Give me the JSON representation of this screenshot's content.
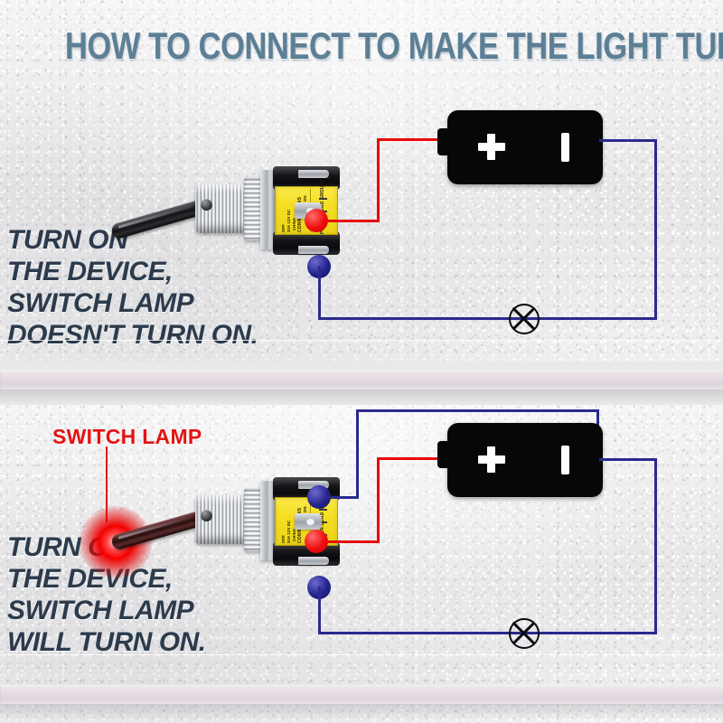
{
  "header": {
    "title": "HOW TO CONNECT TO MAKE THE LIGHT TURN ON",
    "title_color": "#5d7f95"
  },
  "colors": {
    "positive_wire": "#e80b0b",
    "negative_wire": "#2a2a8e",
    "label_plate": "#f5de22",
    "callout_red": "#e51212",
    "caption_text": "#2c3b4c",
    "battery_body": "#070708"
  },
  "switch_label": {
    "on": "ON",
    "off": "OFF",
    "rating": "30A  12V DC",
    "origin": "CHINA",
    "connections": "CONNECTIONS",
    "terminals": "POWER LOAD GROUND"
  },
  "battery": {
    "positive_symbol": "+",
    "negative_symbol": "|",
    "positive_name": "positive-terminal",
    "negative_name": "negative-terminal"
  },
  "panels": [
    {
      "id": "panel-top",
      "caption": "TURN ON\nTHE DEVICE,\nSWITCH LAMP\nDOESN'T TURN ON.",
      "lamp_lit": false,
      "callout": null,
      "wire_count": 2,
      "terminals": [
        {
          "name": "power-terminal",
          "connected": false,
          "dot": null
        },
        {
          "name": "load-terminal",
          "connected": true,
          "dot": "red"
        },
        {
          "name": "ground-terminal",
          "connected": true,
          "dot": "blue"
        }
      ]
    },
    {
      "id": "panel-bottom",
      "caption": "TURN ON\nTHE DEVICE,\nSWITCH LAMP\nWILL TURN ON.",
      "lamp_lit": true,
      "callout": "SWITCH LAMP",
      "wire_count": 3,
      "terminals": [
        {
          "name": "power-terminal",
          "connected": true,
          "dot": "blue"
        },
        {
          "name": "load-terminal",
          "connected": true,
          "dot": "red"
        },
        {
          "name": "ground-terminal",
          "connected": true,
          "dot": "blue"
        }
      ]
    }
  ],
  "lamp": {
    "symbol_name": "lamp-symbol-circle-x"
  }
}
